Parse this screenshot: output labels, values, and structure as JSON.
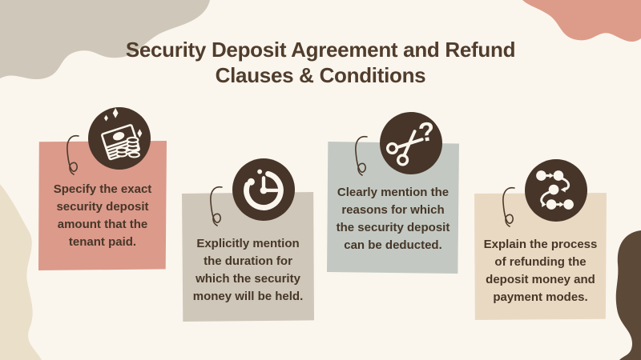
{
  "title": {
    "line1": "Security Deposit Agreement and Refund",
    "line2": "Clauses & Conditions"
  },
  "cards": [
    {
      "id": "specify-amount",
      "icon": "money-stack-icon",
      "color": "#dc9a8b",
      "lines": [
        "Specify the exact",
        "security deposit",
        "amount that the",
        "tenant paid."
      ]
    },
    {
      "id": "duration-held",
      "icon": "clock-icon",
      "color": "#cfc7b9",
      "lines": [
        "Explicitly mention",
        "the duration for",
        "which the security",
        "money will be held."
      ]
    },
    {
      "id": "deduction-reasons",
      "icon": "scissors-question-icon",
      "color": "#c3c9c2",
      "lines": [
        "Clearly mention the",
        "reasons for which",
        "the security deposit",
        "can be deducted."
      ]
    },
    {
      "id": "refund-process",
      "icon": "process-flow-icon",
      "color": "#ead9c2",
      "lines": [
        "Explain the process",
        "of refunding the",
        "deposit money and",
        "payment modes."
      ]
    }
  ],
  "colors": {
    "background": "#faf6ee",
    "heading_text": "#513d2c",
    "body_text": "#463628",
    "icon_badge_background": "#463528",
    "icon_glyph": "#faf6ee",
    "squiggle": "#4c3a2b",
    "blob_top_left": "#cfc8ba",
    "blob_top_right": "#dd9c89",
    "blob_bottom_left": "#eadfc9",
    "blob_bottom_right": "#5d4938"
  }
}
